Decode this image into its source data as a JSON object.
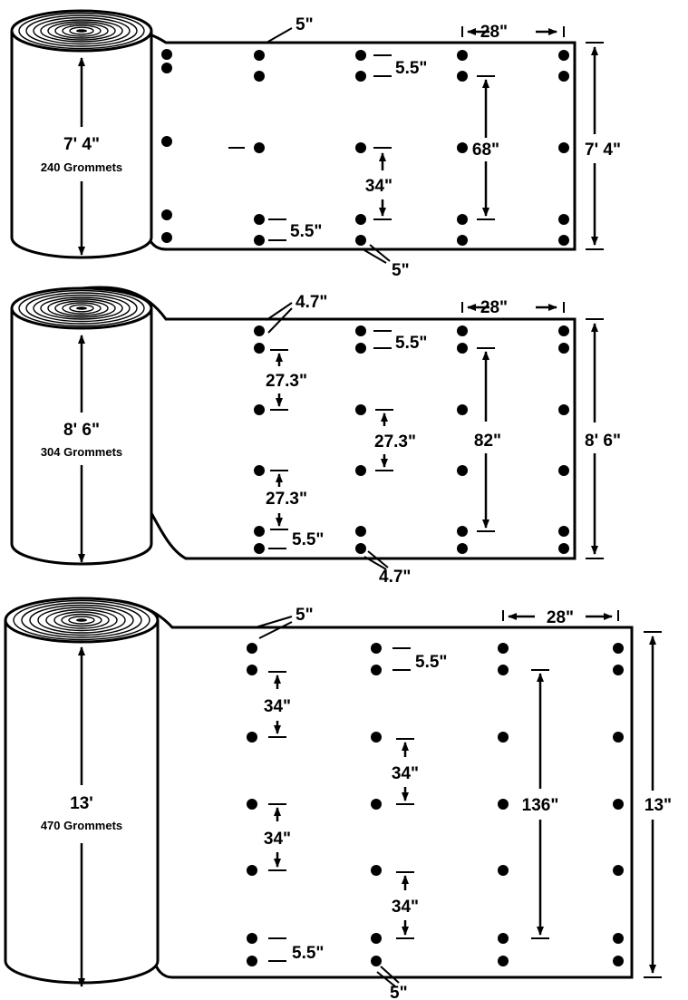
{
  "colors": {
    "ink": "#000000",
    "paper": "#ffffff"
  },
  "rolls": [
    {
      "roll_height": "7' 4\"",
      "grommets": "240 Grommets",
      "edge_top": "5\"",
      "edge_bottom": "5\"",
      "column_spacing": "28\"",
      "pair_gap_top": "5.5\"",
      "pair_gap_bottom": "5.5\"",
      "middle_spacing": "34\"",
      "span": "68\"",
      "sheet_height": "7' 4\""
    },
    {
      "roll_height": "8' 6\"",
      "grommets": "304 Grommets",
      "edge_top": "4.7\"",
      "edge_bottom": "4.7\"",
      "column_spacing": "28\"",
      "pair_gap_top": "5.5\"",
      "pair_gap_bottom": "5.5\"",
      "spacing_1": "27.3\"",
      "spacing_2": "27.3\"",
      "spacing_3": "27.3\"",
      "span": "82\"",
      "sheet_height": "8' 6\""
    },
    {
      "roll_height": "13'",
      "grommets": "470 Grommets",
      "edge_top": "5\"",
      "edge_bottom": "5\"",
      "column_spacing": "28\"",
      "pair_gap_top": "5.5\"",
      "pair_gap_bottom": "5.5\"",
      "spacing_1": "34\"",
      "spacing_2": "34\"",
      "spacing_3": "34\"",
      "spacing_4": "34\"",
      "span": "136\"",
      "sheet_height": "13\""
    }
  ]
}
